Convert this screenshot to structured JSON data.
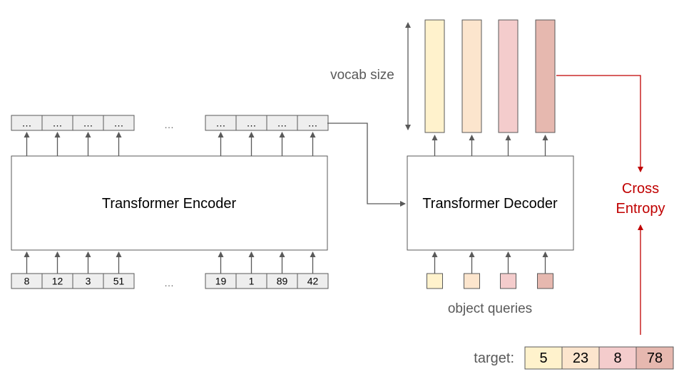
{
  "encoder": {
    "label": "Transformer Encoder",
    "output_left": [
      "…",
      "…",
      "…",
      "…"
    ],
    "output_right": [
      "…",
      "…",
      "…",
      "…"
    ],
    "input_left": [
      "8",
      "12",
      "3",
      "51"
    ],
    "input_right": [
      "19",
      "1",
      "89",
      "42"
    ],
    "ellipsis": "…"
  },
  "decoder": {
    "label": "Transformer Decoder",
    "query_label": "object queries",
    "vocab_label": "vocab size",
    "colors": [
      "#fff2cc",
      "#fce5cd",
      "#f4cccc",
      "#e6b8af"
    ]
  },
  "loss": {
    "line1": "Cross",
    "line2": "Entropy",
    "color": "#c00000"
  },
  "target": {
    "label": "target:",
    "values": [
      "5",
      "23",
      "8",
      "78"
    ]
  }
}
